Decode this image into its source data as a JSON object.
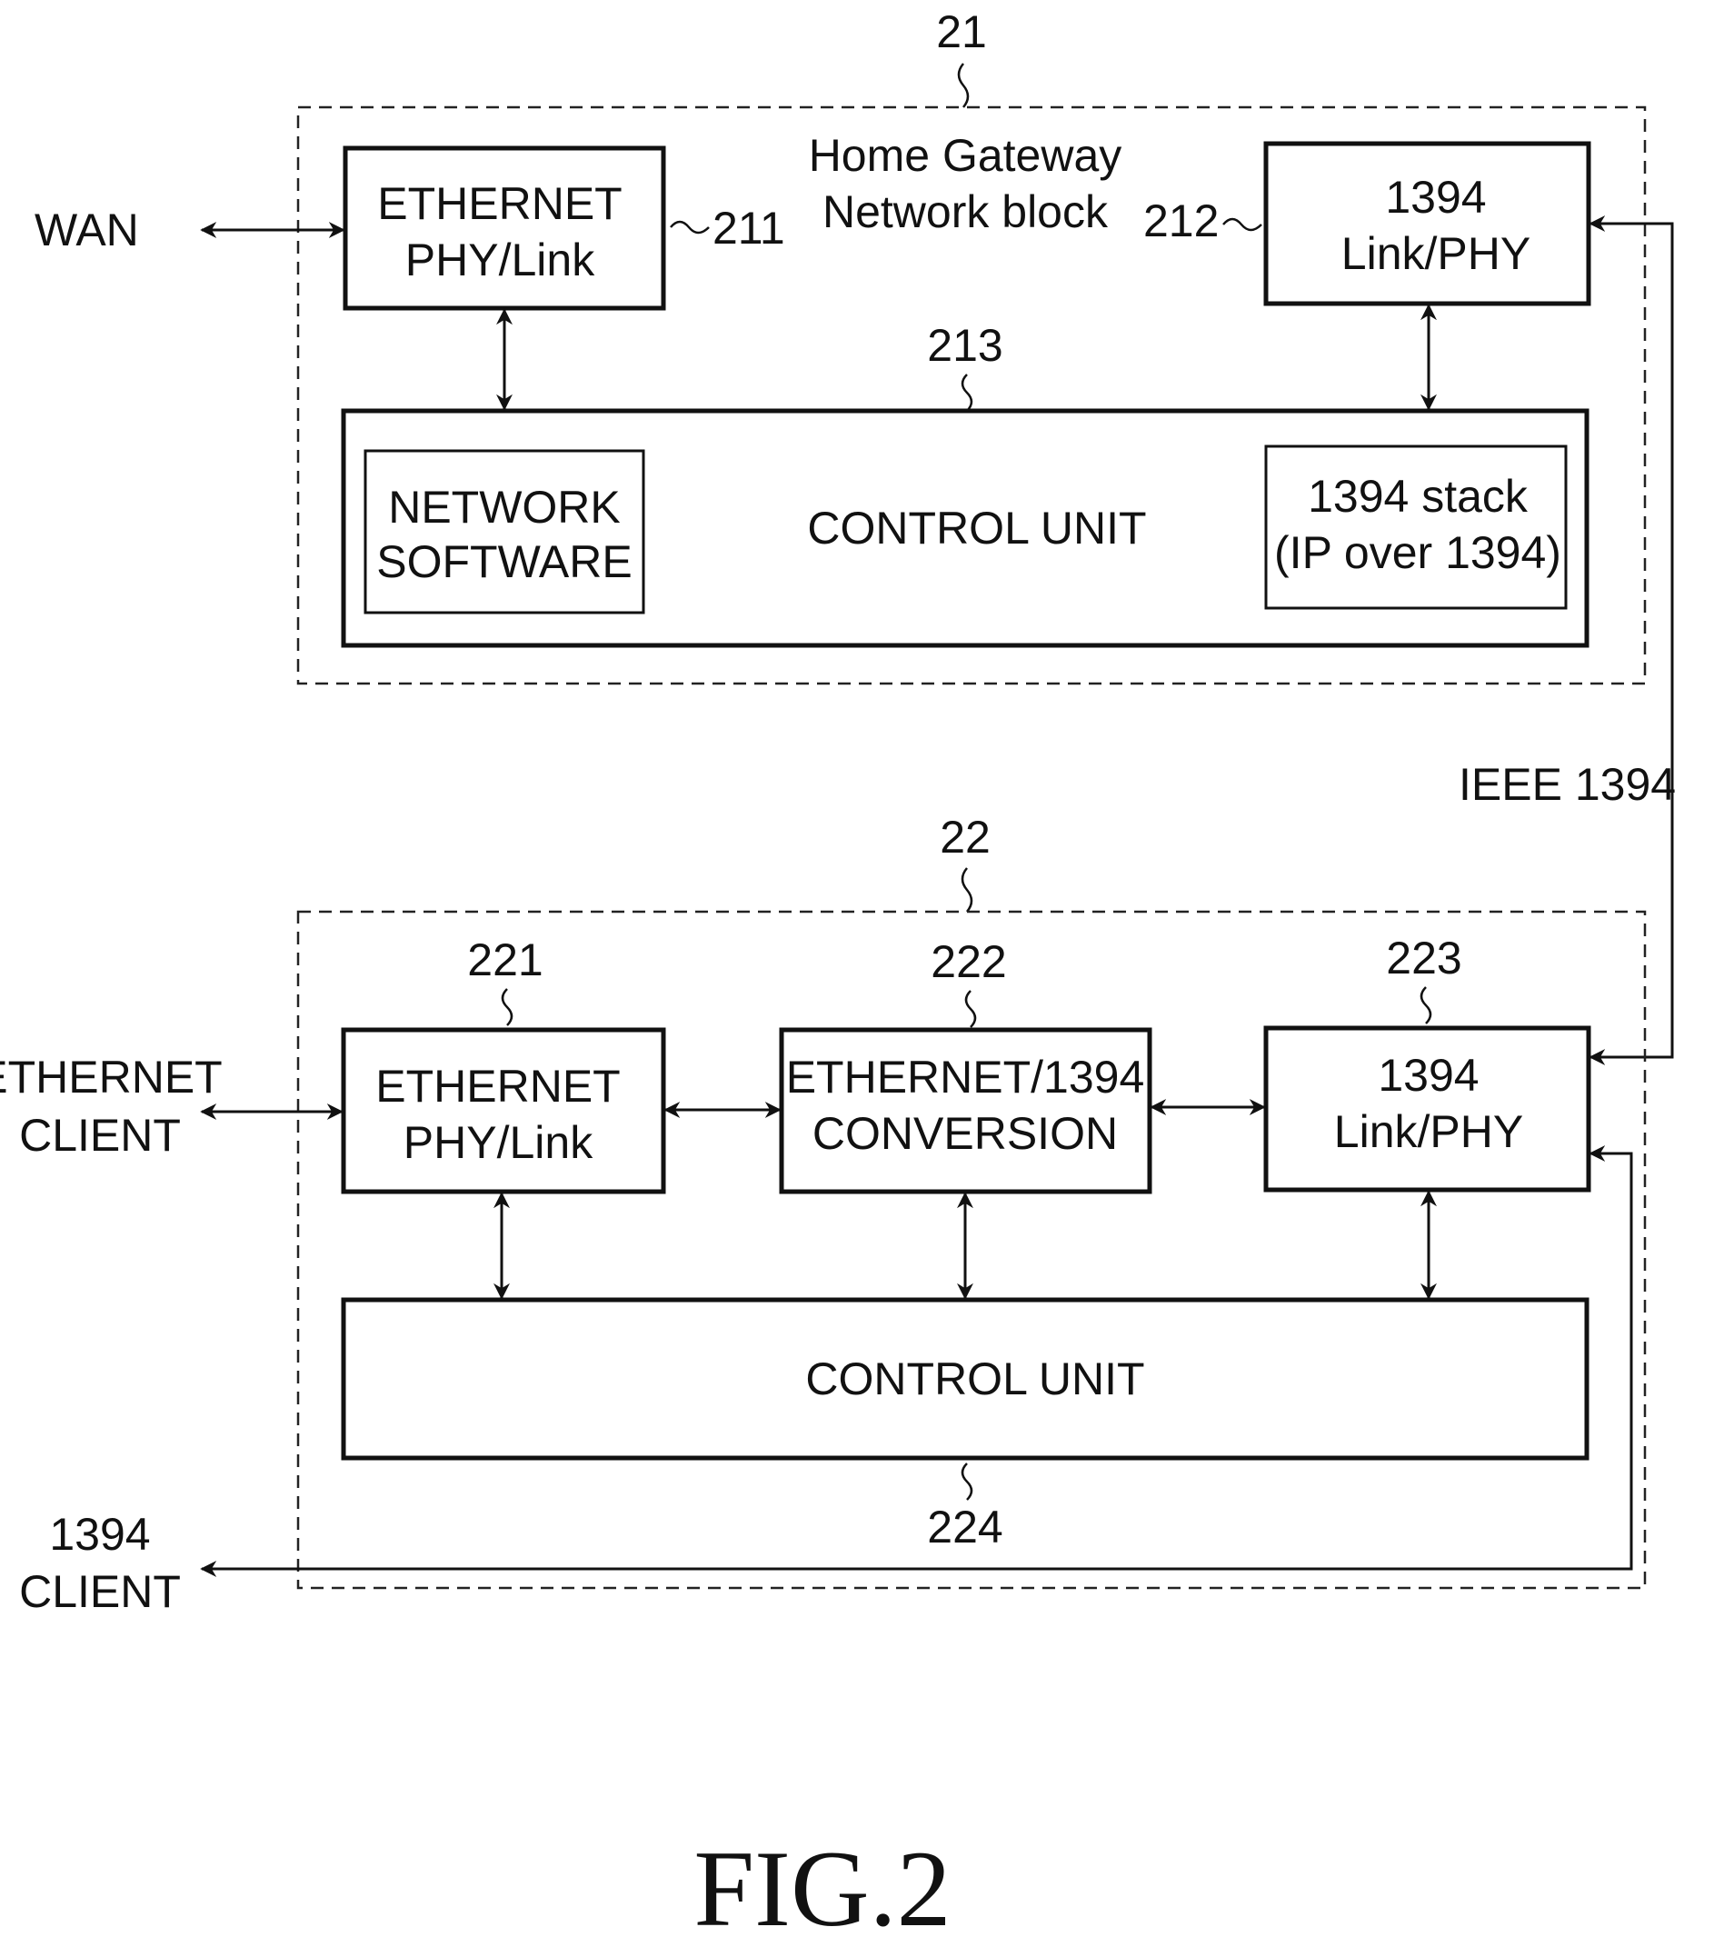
{
  "block21": {
    "ref": "21",
    "title_line1": "Home Gateway",
    "title_line2": "Network block",
    "ethernet": {
      "ref": "211",
      "line1": "ETHERNET",
      "line2": "PHY/Link"
    },
    "link1394": {
      "ref": "212",
      "line1": "1394",
      "line2": "Link/PHY"
    },
    "control": {
      "ref": "213",
      "label": "CONTROL UNIT",
      "software_line1": "NETWORK",
      "software_line2": "SOFTWARE",
      "stack_line1": "1394 stack",
      "stack_line2": "(IP over 1394)"
    }
  },
  "block22": {
    "ref": "22",
    "ethernet": {
      "ref": "221",
      "line1": "ETHERNET",
      "line2": "PHY/Link"
    },
    "conversion": {
      "ref": "222",
      "line1": "ETHERNET/1394",
      "line2": "CONVERSION"
    },
    "link1394": {
      "ref": "223",
      "line1": "1394",
      "line2": "Link/PHY"
    },
    "control": {
      "ref": "224",
      "label": "CONTROL UNIT"
    }
  },
  "external": {
    "wan": "WAN",
    "ieee": "IEEE 1394",
    "ethernet_client_line1": "ETHERNET",
    "ethernet_client_line2": "CLIENT",
    "client1394_line1": "1394",
    "client1394_line2": "CLIENT"
  },
  "figure_label": "FIG.2"
}
